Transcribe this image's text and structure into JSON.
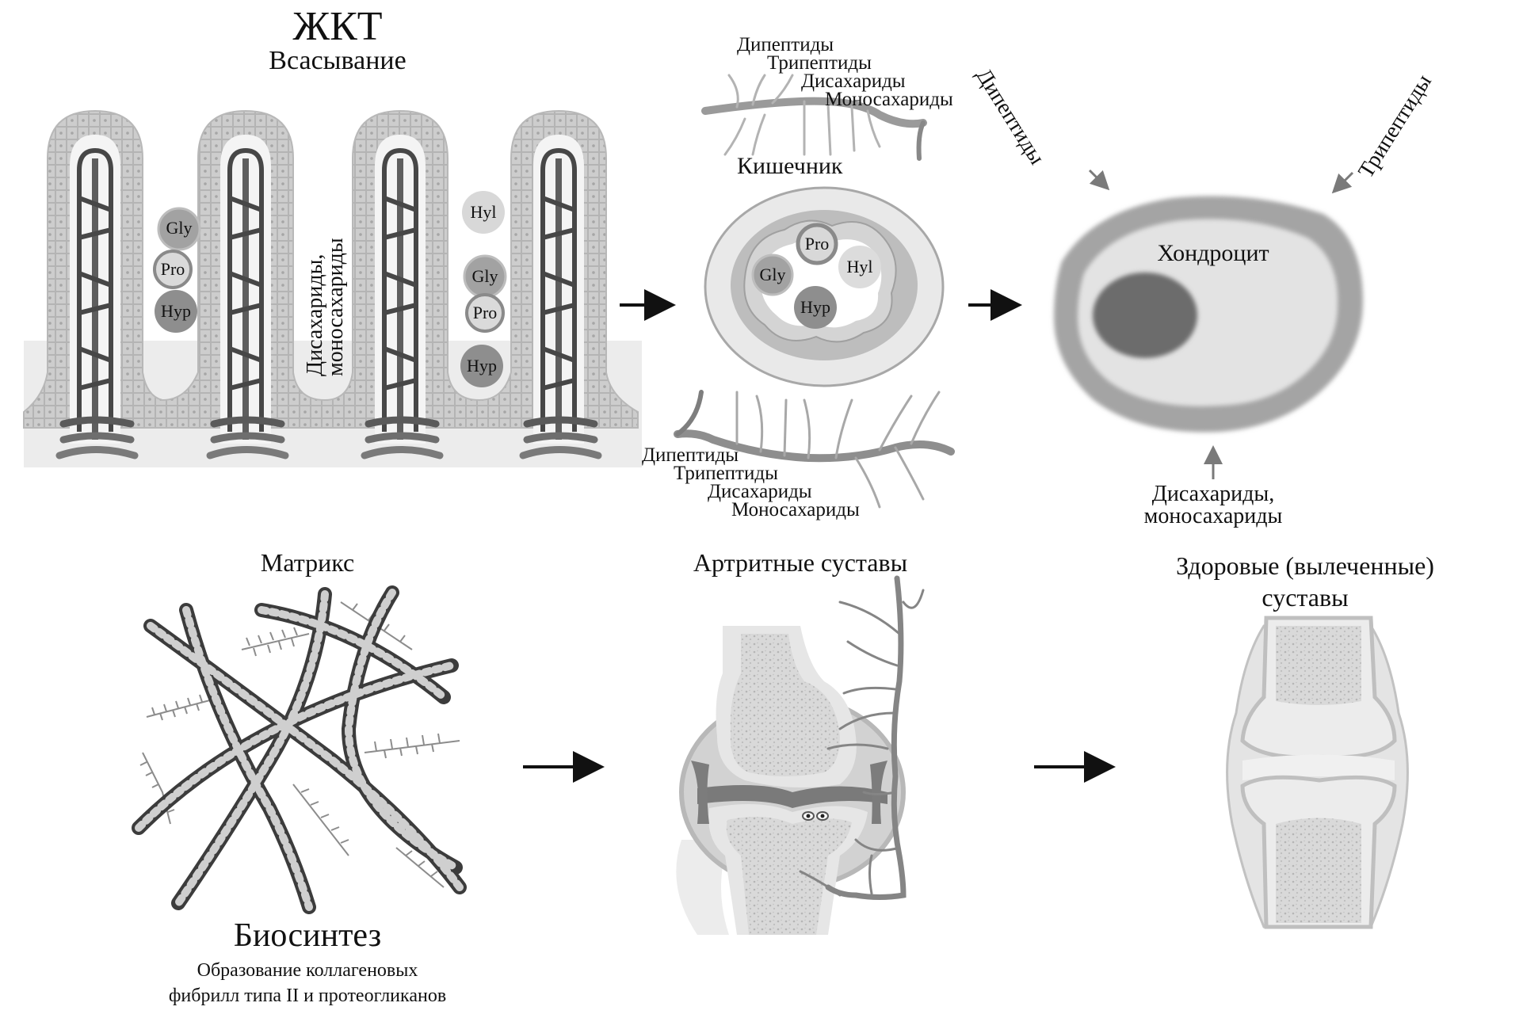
{
  "panels": {
    "gi_tract": {
      "title": "ЖКТ",
      "subtitle": "Всасывание",
      "vertical_label_line1": "Дисахариды,",
      "vertical_label_line2": "моносахариды",
      "amino_left": [
        "Gly",
        "Pro",
        "Hyp"
      ],
      "amino_right": [
        "Hyl",
        "Gly",
        "Pro",
        "Hyp"
      ]
    },
    "intestine": {
      "title": "Кишечник",
      "top_list": [
        "Дипептиды",
        "Трипептиды",
        "Дисахариды",
        "Моносахариды"
      ],
      "bottom_list": [
        "Дипептиды",
        "Трипептиды",
        "Дисахариды",
        "Моносахариды"
      ],
      "lumen_amino": [
        "Pro",
        "Gly",
        "Hyl",
        "Hyp"
      ]
    },
    "chondrocyte": {
      "title": "Хондроцит",
      "arrow_left_label": "Дипептиды",
      "arrow_right_label": "Трипептиды",
      "arrow_bottom_line1": "Дисахариды,",
      "arrow_bottom_line2": "моносахариды"
    },
    "matrix": {
      "title": "Матрикс",
      "caption_title": "Биосинтез",
      "caption_line1": "Образование коллагеновых",
      "caption_line2": "фибрилл типа II и протеогликанов"
    },
    "arthritic": {
      "title": "Артритные суставы"
    },
    "healthy": {
      "title_line1": "Здоровые (вылеченные)",
      "title_line2": "суставы"
    }
  },
  "colors": {
    "epithelium": "#c8c8c8",
    "vessel_dark": "#4a4a4a",
    "vessel_mid": "#8a8a8a",
    "amino_gly": "#9e9e9e",
    "amino_pro_fill": "#d6d6d6",
    "amino_pro_ring": "#8a8a8a",
    "amino_hyp": "#8c8c8c",
    "amino_hyl": "#d8d8d8",
    "cell_membrane": "#a8a8a8",
    "cell_cytoplasm": "#e2e2e2",
    "cell_nucleus": "#6e6e6e",
    "arrow_black": "#111111",
    "arrow_grey": "#7a7a7a"
  }
}
